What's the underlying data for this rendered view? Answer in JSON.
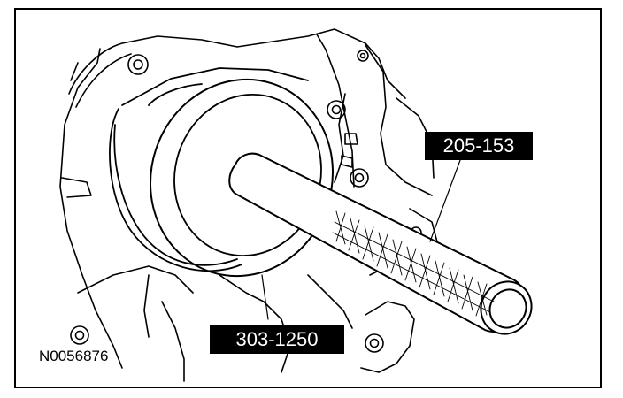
{
  "labels": {
    "tool_handle": "205-153",
    "tool_installer": "303-1250",
    "figure_id": "N0056876"
  },
  "colors": {
    "line": "#000000",
    "background": "#ffffff",
    "callout_bg": "#000000",
    "callout_text": "#ffffff"
  }
}
